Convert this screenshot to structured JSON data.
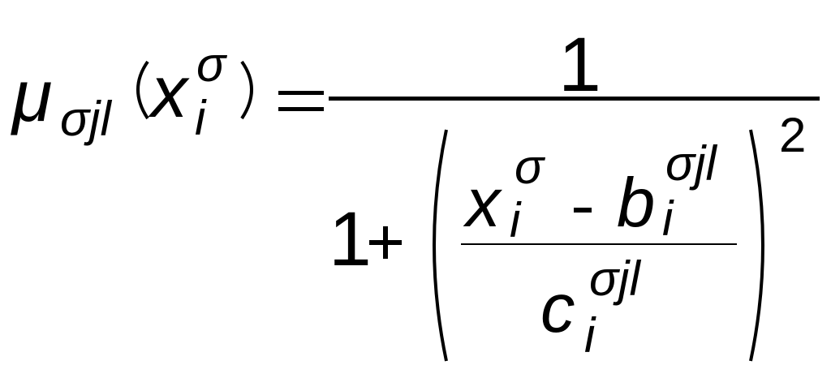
{
  "equation": {
    "lhs": {
      "function": "μ",
      "function_subscript": "σjl",
      "argument_base": "x",
      "argument_superscript": "σ",
      "argument_subscript": "i"
    },
    "equals": "=",
    "numerator": "1",
    "denominator": {
      "one": "1",
      "plus": "+",
      "inner_numerator": {
        "x_base": "x",
        "x_superscript": "σ",
        "x_subscript": "i",
        "minus": "-",
        "b_base": "b",
        "b_superscript": "σjl",
        "b_subscript": "i"
      },
      "inner_denominator": {
        "c_base": "c",
        "c_superscript": "σjl",
        "c_subscript": "i"
      },
      "exponent": "2"
    }
  }
}
